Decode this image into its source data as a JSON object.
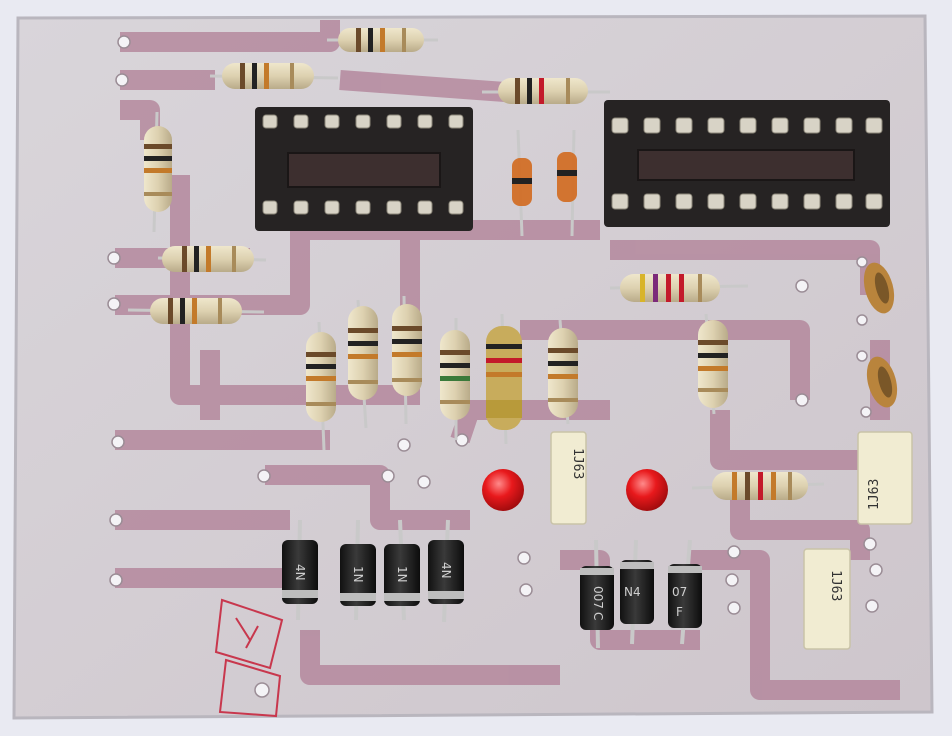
{
  "scene": {
    "subject": "etched circuit board with components",
    "colors": {
      "background": "#e9eaf2",
      "board": "#d3ccd0",
      "trace": "#b07f96",
      "socket": "#262323",
      "resistor_body": "#ddd3b6",
      "led": "#e0191c",
      "capacitor_body": "#f1ecd2",
      "diode_body": "#222222",
      "tantalum": "#b9843c",
      "marker": "#c8374d"
    }
  },
  "capacitor_labels": [
    "1J63",
    "1J63",
    "1J63"
  ],
  "diode_labels": [
    "4N",
    "1N",
    "1N",
    "4N",
    "007",
    "N4",
    "07"
  ],
  "diode_sublabels": [
    "",
    "",
    "",
    "",
    "C",
    "",
    "F"
  ]
}
